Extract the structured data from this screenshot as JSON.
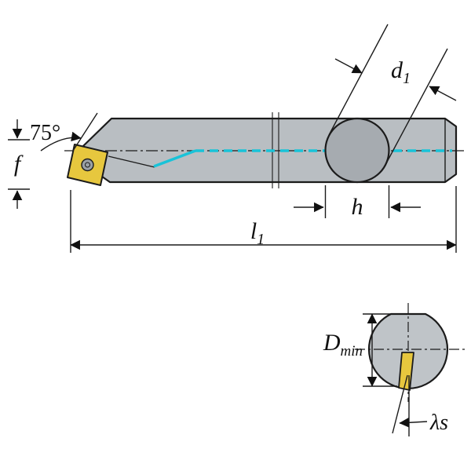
{
  "labels": {
    "lead_angle": "75°",
    "f": "f",
    "d1_base": "d",
    "d1_sub": "1",
    "h": "h",
    "l1_base": "l",
    "l1_sub": "1",
    "dmin_base": "D",
    "dmin_sub": "min",
    "lambda_s": "λs"
  },
  "colors": {
    "body_gray": "#b9bec2",
    "section_gray": "#a6abb0",
    "end_view_gray": "#bfc4c8",
    "insert_yellow": "#e7c73e",
    "insert_hole_gray": "#9aa0a6",
    "centerline_cyan": "#19c3d8",
    "outline_black": "#1b1b1b"
  }
}
